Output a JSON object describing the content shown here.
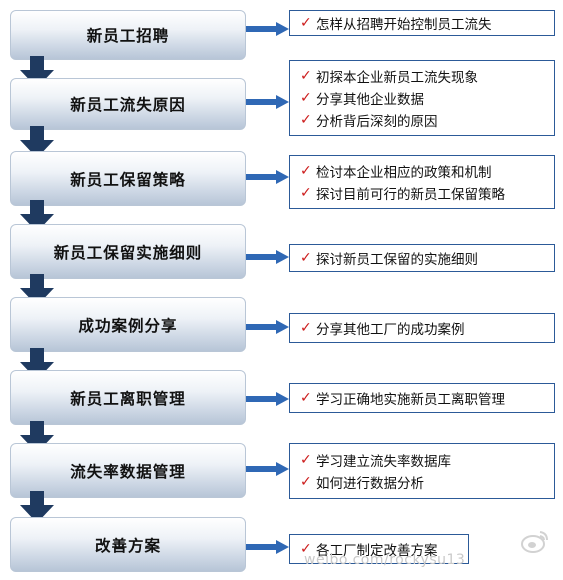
{
  "stages": [
    {
      "label": "新员工招聘",
      "items": [
        "怎样从招聘开始控制员工流失"
      ]
    },
    {
      "label": "新员工流失原因",
      "items": [
        "初探本企业新员工流失现象",
        "分享其他企业数据",
        "分析背后深刻的原因"
      ]
    },
    {
      "label": "新员工保留策略",
      "items": [
        "检讨本企业相应的政策和机制",
        "探讨目前可行的新员工保留策略"
      ]
    },
    {
      "label": "新员工保留实施细则",
      "items": [
        "探讨新员工保留的实施细则"
      ]
    },
    {
      "label": "成功案例分享",
      "items": [
        "分享其他工厂的成功案例"
      ]
    },
    {
      "label": "新员工离职管理",
      "items": [
        "学习正确地实施新员工离职管理"
      ]
    },
    {
      "label": "流失率数据管理",
      "items": [
        "学习建立流失率数据库",
        "如何进行数据分析"
      ]
    },
    {
      "label": "改善方案",
      "items": [
        "各工厂制定改善方案"
      ]
    }
  ],
  "check_glyph": "✓",
  "watermark": "weibo.com/rockysu13",
  "colors": {
    "arrow": "#1f3a60",
    "connector": "#2f68b5",
    "note_border": "#2c5a98",
    "check": "#cc1b1b"
  }
}
